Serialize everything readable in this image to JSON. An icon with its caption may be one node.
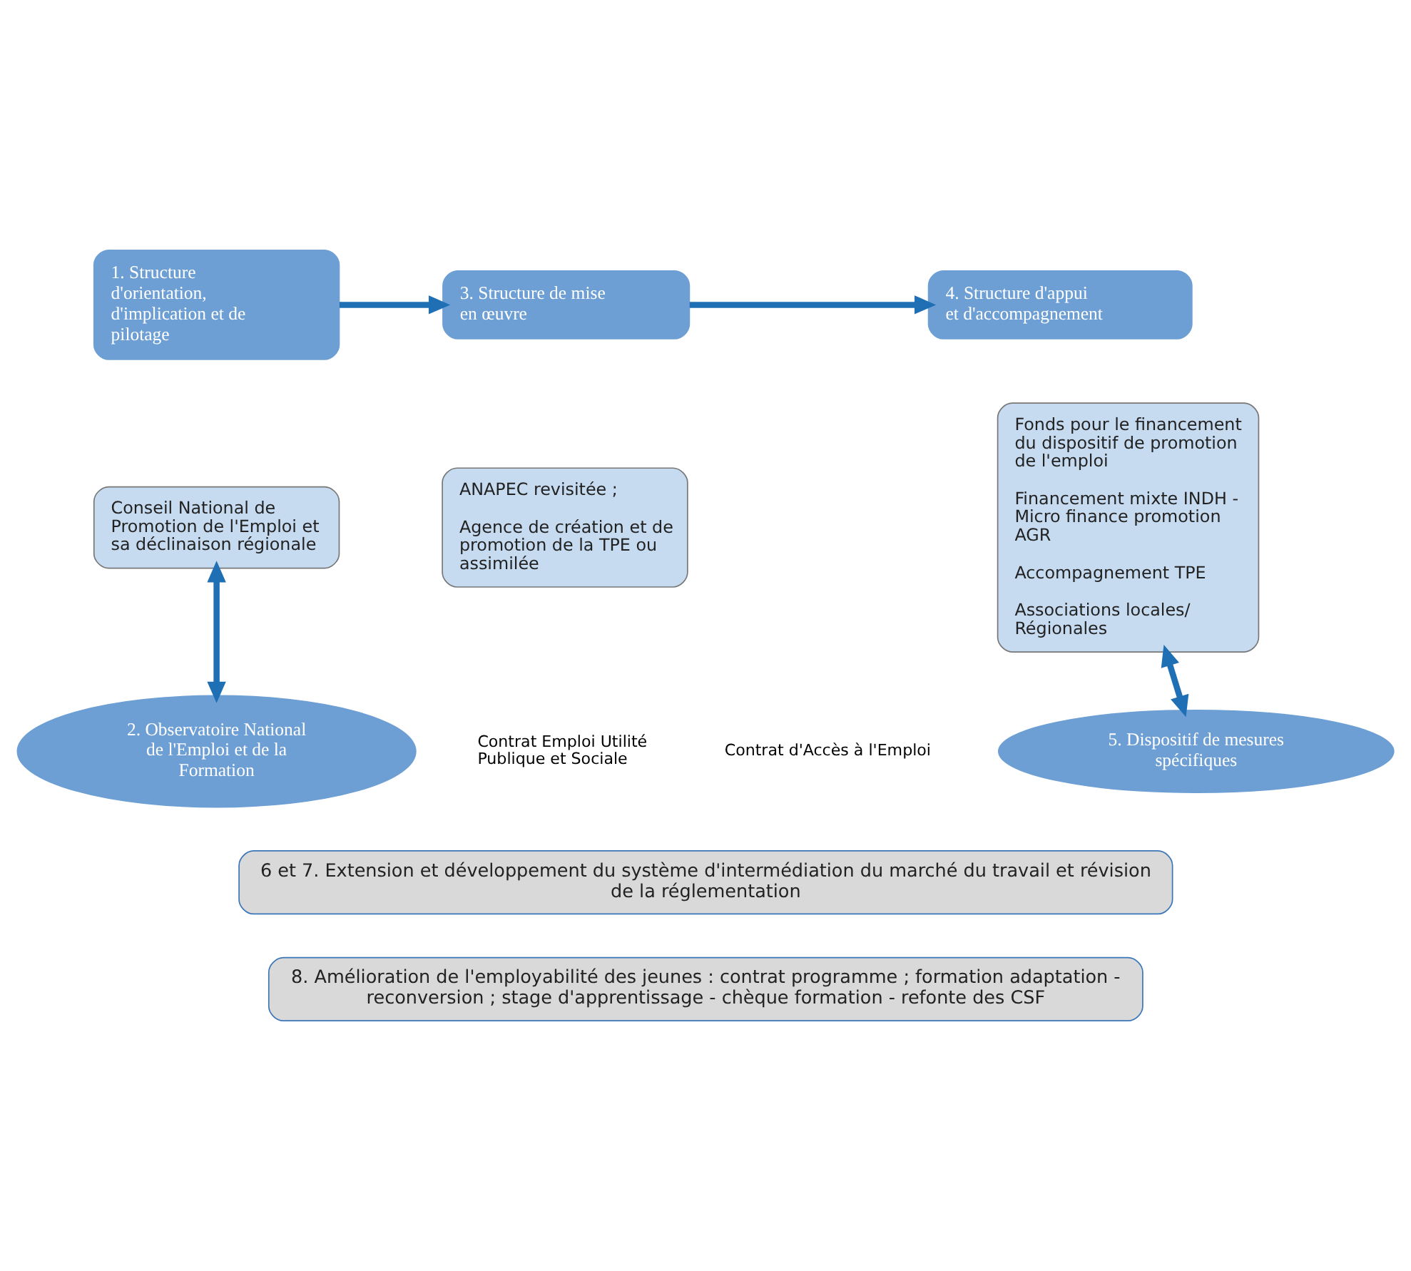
{
  "diagram": {
    "nodes": [
      {
        "text": [
          "1. Structure d'orientation, d'implication et de pilotage"
        ]
      },
      {
        "text": [
          "Conseil National de Promotion de l'Emploi et sa déclinaison régionale"
        ]
      },
      {
        "text": [
          "3. Structure de mise en œuvre"
        ]
      },
      {
        "text": [
          "ANAPEC revisitée ;",
          "Agence de création et de promotion de la TPE ou assimilée"
        ]
      },
      {
        "text": [
          "4. Structure d'appui et d'accompagnement"
        ]
      },
      {
        "text": [
          "Fonds pour le financement du dispositif de promotion de l'emploi",
          "Financement mixte INDH - Micro finance promotion AGR",
          "Accompagnement TPE",
          "Associations locales/ Régionales"
        ]
      },
      {
        "text": [
          "2. Observatoire National de l'Emploi et de la Formation"
        ]
      },
      {
        "text": [
          "5. Dispositif de mesures spécifiques"
        ]
      },
      {
        "text": [
          "6 et 7. Extension et développement du système d'intermédiation du marché du travail et révision de la réglementation"
        ]
      },
      {
        "text": [
          "8. Amélioration de l'employabilité des jeunes : contrat programme ; formation adaptation - reconversion ; stage d'apprentissage - chèque formation - refonte des CSF"
        ]
      }
    ],
    "edges": [
      {
        "from": 0,
        "to": 2,
        "arrow": "to"
      },
      {
        "from": 2,
        "to": 4,
        "arrow": "to"
      },
      {
        "from": 1,
        "to": 6,
        "arrow": "both"
      },
      {
        "from": 5,
        "to": 7,
        "arrow": "both"
      }
    ],
    "labels": [
      "Contrat Emploi Utilité Publique et Sociale",
      "Contrat d'Accès à l'Emploi"
    ]
  }
}
